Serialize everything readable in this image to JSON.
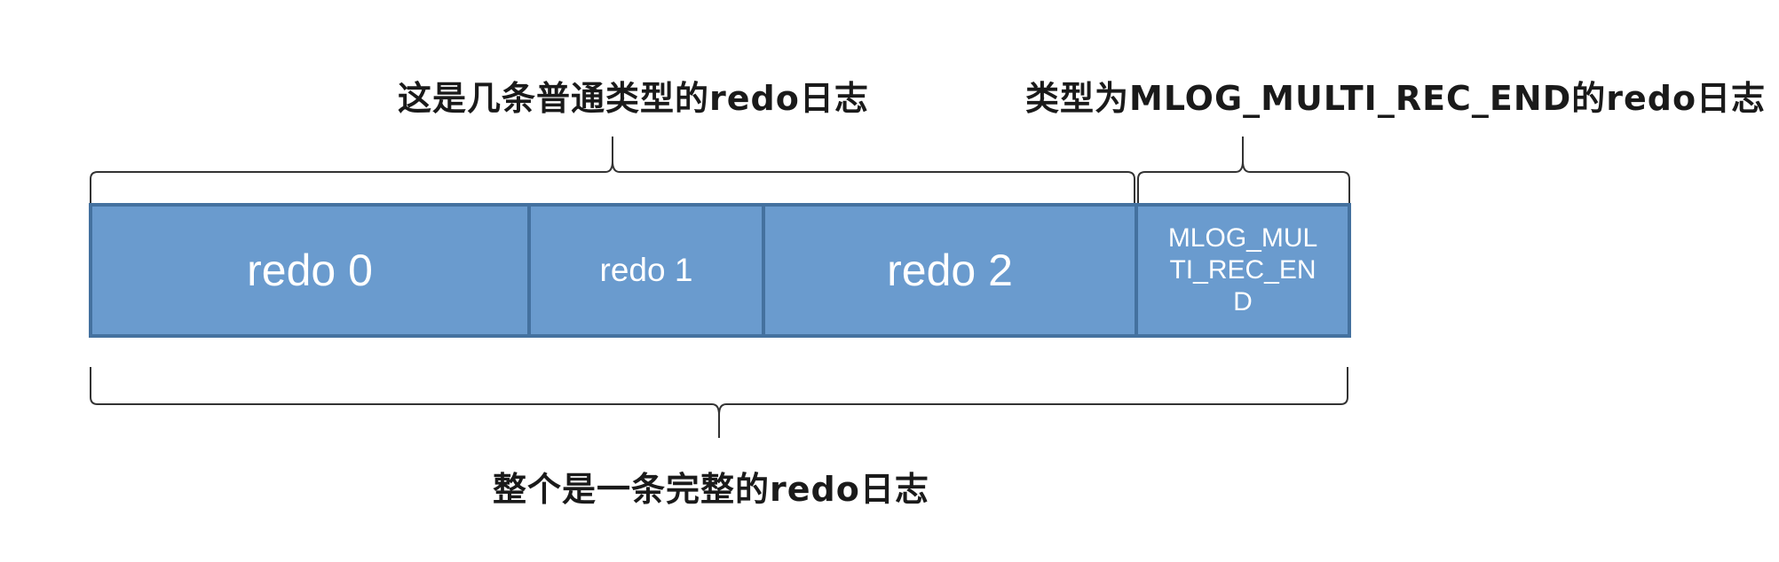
{
  "labels": {
    "top_left": "这是几条普通类型的redo日志",
    "top_right": "类型为MLOG_MULTI_REC_END的redo日志",
    "bottom": "整个是一条完整的redo日志"
  },
  "blocks": [
    {
      "label": "redo 0"
    },
    {
      "label": "redo 1"
    },
    {
      "label": "redo 2"
    },
    {
      "label": "MLOG_MULTI_REC_END"
    }
  ],
  "colors": {
    "block_fill": "#6a9bce",
    "block_border": "#44719f",
    "brace": "#333333",
    "text": "#1a1a1a"
  }
}
